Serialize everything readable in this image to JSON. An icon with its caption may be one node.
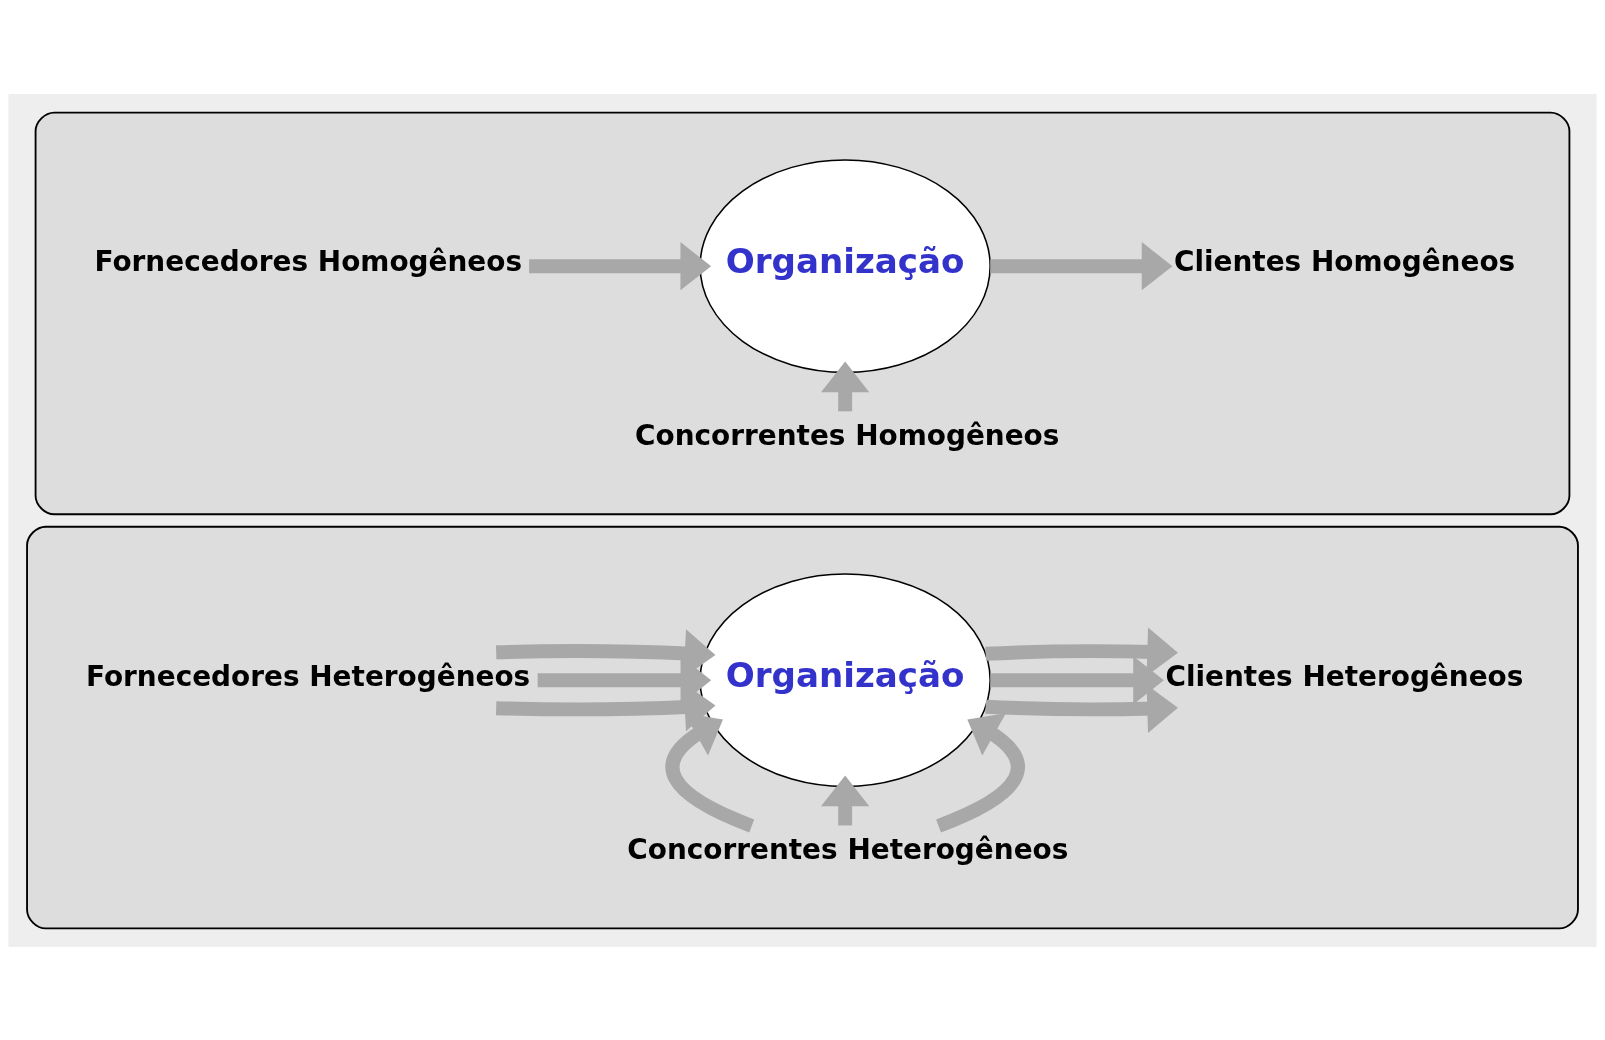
{
  "diagram": {
    "nodes": [
      {
        "text": [],
        "shape": "ellipse"
      },
      {
        "text": [
          "Concorrentes Homogêneos"
        ],
        "in": 0
      },
      {
        "text": [
          "Fornecedores Homogêneos"
        ],
        "in": 0
      },
      {
        "text": [
          "Organização"
        ],
        "in": 0
      },
      {
        "text": [
          "Clientes Homogêneos"
        ],
        "in": 0
      },
      {
        "text": [],
        "shape": "ellipse"
      },
      {
        "text": [
          "Concorrentes Heterogêneos"
        ],
        "in": 5
      },
      {
        "text": [
          "Fornecedores Heterogêneos"
        ],
        "in": 5
      },
      {
        "text": [
          "Organização"
        ],
        "in": 5
      },
      {
        "text": [
          "Clientes Heterogêneos"
        ],
        "in": 5
      }
    ],
    "edges": [
      {
        "from": 1,
        "to": 3,
        "arrow": "to"
      },
      {
        "from": 2,
        "to": 3,
        "arrow": "to"
      },
      {
        "from": 3,
        "to": 4,
        "arrow": "to"
      },
      {
        "from": 6,
        "to": 8,
        "arrow": "to"
      },
      {
        "from": 6,
        "to": 8,
        "arrow": "to"
      },
      {
        "from": 6,
        "to": 8,
        "arrow": "to"
      },
      {
        "from": 7,
        "to": 8,
        "arrow": "to"
      },
      {
        "from": 7,
        "to": 8,
        "arrow": "to"
      },
      {
        "from": 7,
        "to": 8,
        "arrow": "to"
      },
      {
        "from": 8,
        "to": 9,
        "arrow": "to"
      },
      {
        "from": 8,
        "to": 9,
        "arrow": "to"
      },
      {
        "from": 8,
        "to": 9,
        "arrow": "to"
      }
    ]
  }
}
